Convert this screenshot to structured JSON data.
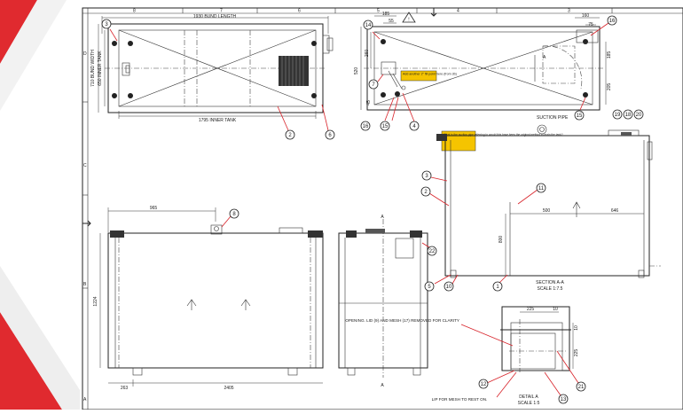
{
  "title_block": {
    "top_zone_numbers": [
      "8",
      "7",
      "6",
      "5",
      "4",
      "3"
    ],
    "left_zone_letters": [
      "D",
      "C",
      "B",
      "A"
    ]
  },
  "top_view": {
    "dims": {
      "bund_length": "1930 BUND LENGTH",
      "inner_tank": "1795 INNER TANK",
      "bund_width": "710 BUND WIDTH",
      "inner_tank_side": "650 INNER TANK"
    },
    "balloons": [
      "3",
      "2",
      "6"
    ]
  },
  "end_view_top": {
    "dims": [
      "185",
      "55",
      "160",
      "75",
      "520",
      "260",
      "185",
      "205",
      "45"
    ],
    "balloons": [
      "14",
      "16",
      "7",
      "16",
      "15",
      "4",
      "15"
    ],
    "note_text": "Add another 2\" fill point here (from 3b)"
  },
  "front_view": {
    "dims": [
      "965",
      "1224",
      "263",
      "2405"
    ],
    "balloons": [
      "8"
    ]
  },
  "side_view": {
    "labels": [
      "A",
      "A"
    ],
    "balloons": [
      "22"
    ]
  },
  "section": {
    "note_text": "What is the suction pipe referring to would this have been the original method to drain the tank?",
    "suction_label": "SUCTION PIPE",
    "balloons_top": [
      "19",
      "18",
      "20"
    ],
    "balloons": [
      "3",
      "2",
      "11",
      "5",
      "10",
      "1"
    ],
    "dims": [
      "500",
      "646",
      "800"
    ],
    "caption": "SECTION A-A",
    "scale": "SCALE 1:7.5"
  },
  "detail": {
    "opening_note": "OPENING. LID (9) AND MESH (17) REMOVED FOR CLARITY",
    "lip_note": "LIP FOR MESH TO REST ON.",
    "caption": "DETAIL A",
    "scale": "SCALE 1:5",
    "dims": [
      "225",
      "10",
      "10",
      "225"
    ],
    "balloons": [
      "12",
      "13",
      "21"
    ]
  }
}
